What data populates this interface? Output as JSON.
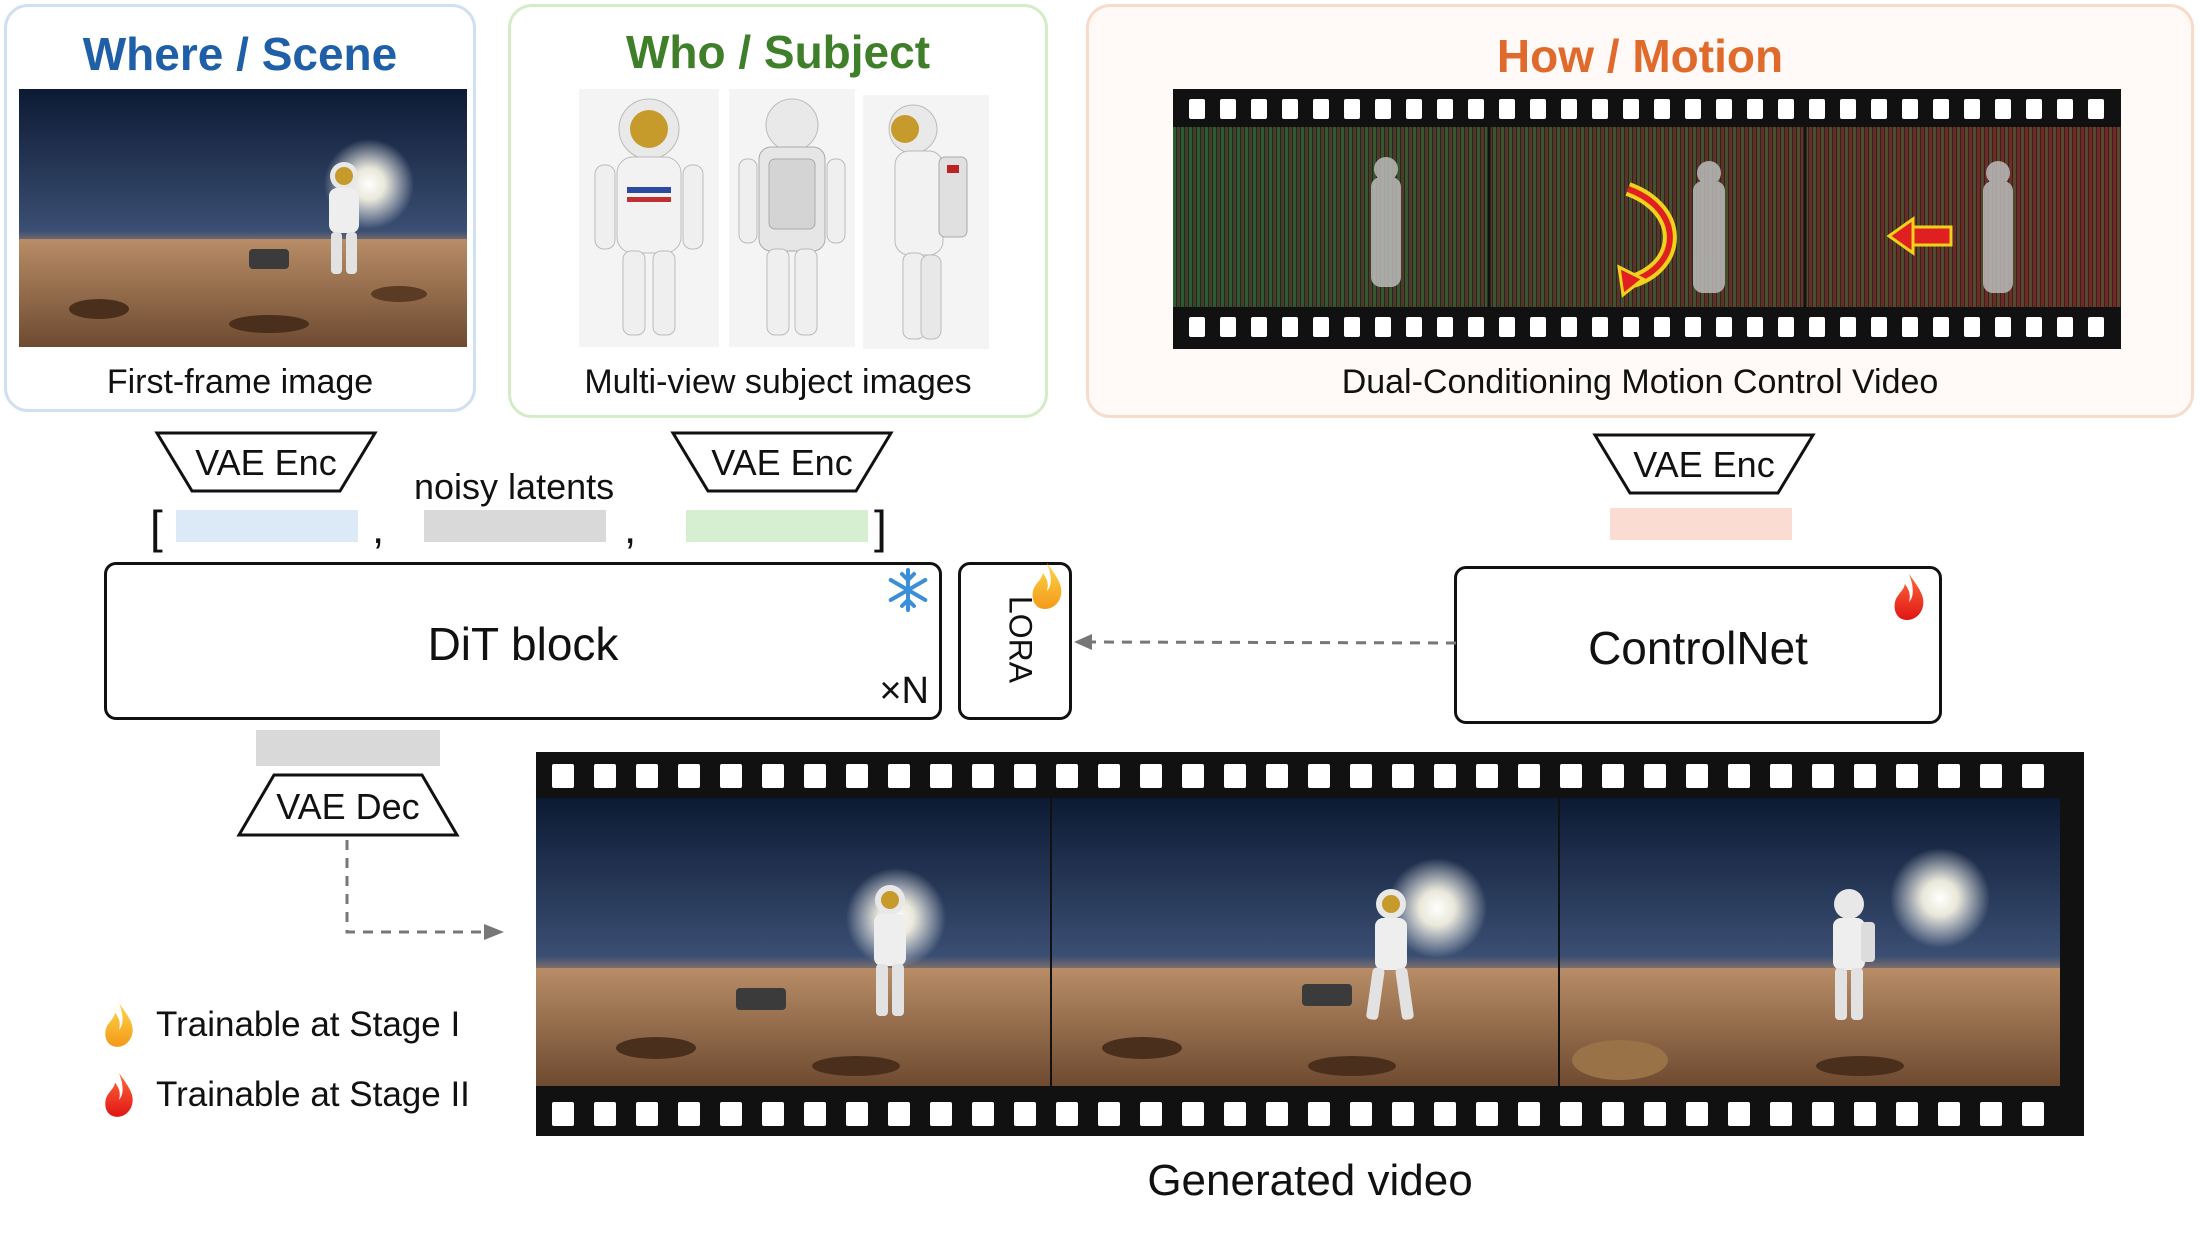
{
  "inputs": {
    "scene": {
      "title": "Where / Scene",
      "caption": "First-frame image",
      "title_color": "#1f5fa8",
      "border_color": "#cfe0f2"
    },
    "subject": {
      "title": "Who / Subject",
      "caption": "Multi-view subject images",
      "title_color": "#3f7f2a",
      "border_color": "#d5ecc8"
    },
    "motion": {
      "title": "How / Motion",
      "caption": "Dual-Conditioning Motion Control Video",
      "title_color": "#e06a2c",
      "border_color": "#f6dccb"
    }
  },
  "encoders": {
    "vae_enc_scene": "VAE Enc",
    "vae_enc_subject": "VAE Enc",
    "vae_enc_motion": "VAE Enc",
    "vae_dec": "VAE Dec"
  },
  "latents": {
    "label": "noisy latents",
    "open_bracket": "[",
    "close_bracket": "]",
    "comma": ",",
    "scene_color": "#dce9f7",
    "noisy_color": "#d9d9d9",
    "subject_color": "#d5efd0",
    "motion_color": "#fadcd2"
  },
  "blocks": {
    "dit": "DiT block",
    "repeat": "×N",
    "lora": "LORA",
    "controlnet": "ControlNet"
  },
  "legend": {
    "stage1": "Trainable at Stage I",
    "stage2": "Trainable at Stage II"
  },
  "output": {
    "caption": "Generated video"
  }
}
